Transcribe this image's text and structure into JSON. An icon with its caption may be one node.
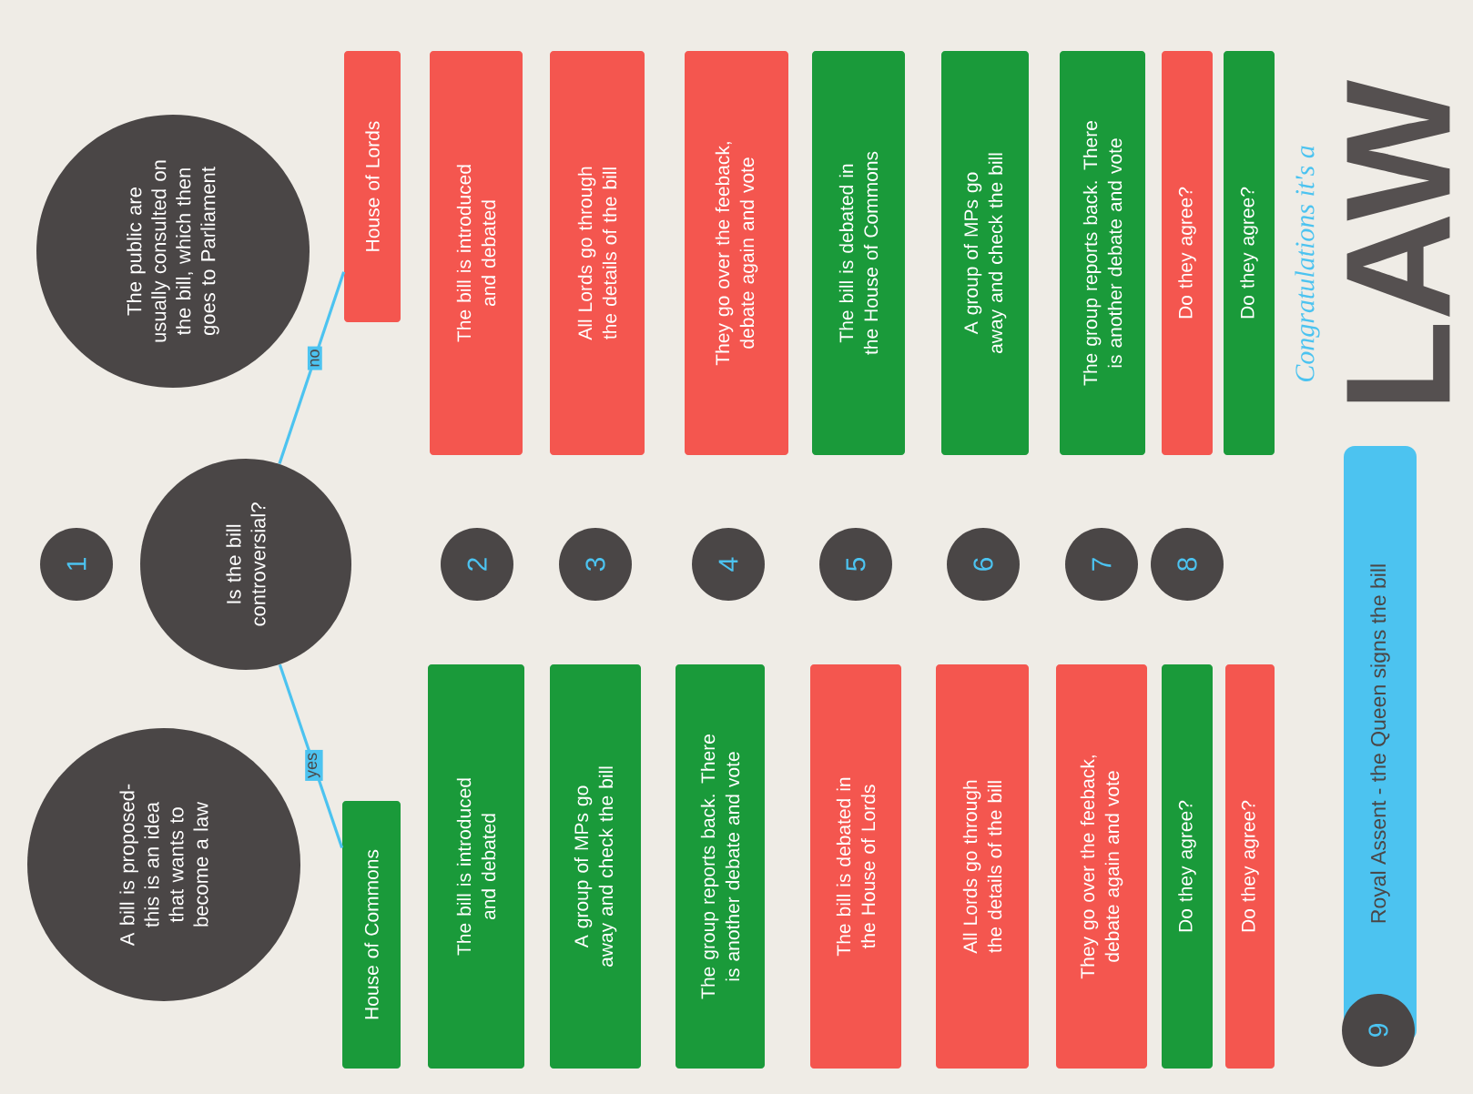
{
  "diagram": {
    "nodes": [
      {
        "text": [
          "A bill is proposed- this is an idea that wants to become a law"
        ]
      },
      {
        "text": [
          "1"
        ]
      },
      {
        "text": [
          "The public are usually consulted on the bill, which then goes to Parliament"
        ]
      },
      {
        "text": [
          "Is the bill controversial?"
        ]
      },
      {
        "text": [
          "House of Commons"
        ]
      },
      {
        "text": [
          "House of Lords"
        ]
      },
      {
        "text": [
          "2"
        ]
      },
      {
        "text": [
          "The bill is introduced and debated"
        ]
      },
      {
        "text": [
          "The bill is introduced and debated"
        ]
      },
      {
        "text": [
          "3"
        ]
      },
      {
        "text": [
          "A group of MPs go away and check the bill"
        ]
      },
      {
        "text": [
          "All Lords go through the details of the bill"
        ]
      },
      {
        "text": [
          "4"
        ]
      },
      {
        "text": [
          "The group reports back. There is another debate and vote"
        ]
      },
      {
        "text": [
          "They go over the feeback, debate again and vote"
        ]
      },
      {
        "text": [
          "5"
        ]
      },
      {
        "text": [
          "The bill is debated in the House of Lords"
        ]
      },
      {
        "text": [
          "The bill is debated in the House of Commons"
        ]
      },
      {
        "text": [
          "6"
        ]
      },
      {
        "text": [
          "All Lords go through the details of the bill"
        ]
      },
      {
        "text": [
          "A group of MPs go away and check the bill"
        ]
      },
      {
        "text": [
          "7"
        ]
      },
      {
        "text": [
          "They go over the feeback, debate again and vote"
        ]
      },
      {
        "text": [
          "The group reports back. There is another debate and vote"
        ]
      },
      {
        "text": [
          "8"
        ]
      },
      {
        "text": [
          "Do they agree?"
        ]
      },
      {
        "text": [
          "Do they agree?"
        ]
      },
      {
        "text": [
          "Do they agree?"
        ]
      },
      {
        "text": [
          "Do they agree?"
        ]
      },
      {
        "text": [
          "9"
        ]
      },
      {
        "text": [
          "Royal Assent - the Queen signs the bill"
        ]
      }
    ],
    "edges": [
      {
        "from": 3,
        "to": 4,
        "arrow": "none",
        "label": "yes"
      },
      {
        "from": 3,
        "to": 5,
        "arrow": "none",
        "label": "no"
      }
    ],
    "labels": [
      "Congratulations it's a",
      "LAW"
    ]
  }
}
